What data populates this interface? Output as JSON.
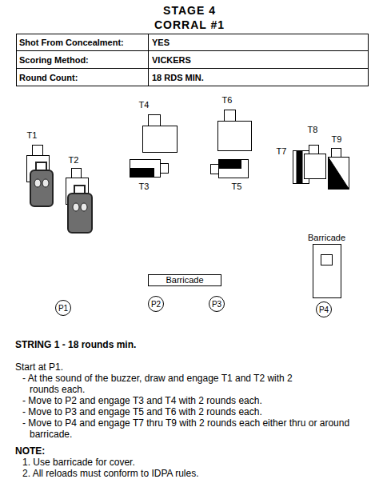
{
  "diagram": {
    "title": "STAGE 4 CORRAL #1",
    "nodes": [
      {
        "text": [
          "T1"
        ]
      },
      {
        "text": [
          "T2"
        ]
      },
      {
        "text": [
          "T3"
        ]
      },
      {
        "text": [
          "T4"
        ]
      },
      {
        "text": [
          "T5"
        ]
      },
      {
        "text": [
          "T6"
        ]
      },
      {
        "text": [
          "T7"
        ]
      },
      {
        "text": [
          "T8"
        ]
      },
      {
        "text": [
          "T9"
        ]
      },
      {
        "text": [
          "Barricade"
        ]
      },
      {
        "text": [
          "Barricade"
        ]
      },
      {
        "text": [
          "P1"
        ]
      },
      {
        "text": [
          "P2"
        ]
      },
      {
        "text": [
          "P3"
        ]
      },
      {
        "text": [
          "P4"
        ]
      }
    ],
    "labels": [
      "Shot From Concealment:",
      "YES",
      "Scoring Method:",
      "VICKERS",
      "Round Count:",
      "18 RDS MIN.",
      "STRING 1 - 18 rounds min.",
      "Start at P1.",
      "- At the sound of the buzzer, draw and engage T1 and T2 with 2 rounds each.",
      "- Move to P2 and engage T3 and T4 with 2 rounds each.",
      "- Move to P3 and engage T5 and T6 with 2 rounds each.",
      "- Move to P4 and engage T7 thru T9 with 2 rounds each either thru or around barricade.",
      "NOTE:",
      "1. Use barricade for cover.",
      "2. All reloads must conform to IDPA rules."
    ]
  }
}
